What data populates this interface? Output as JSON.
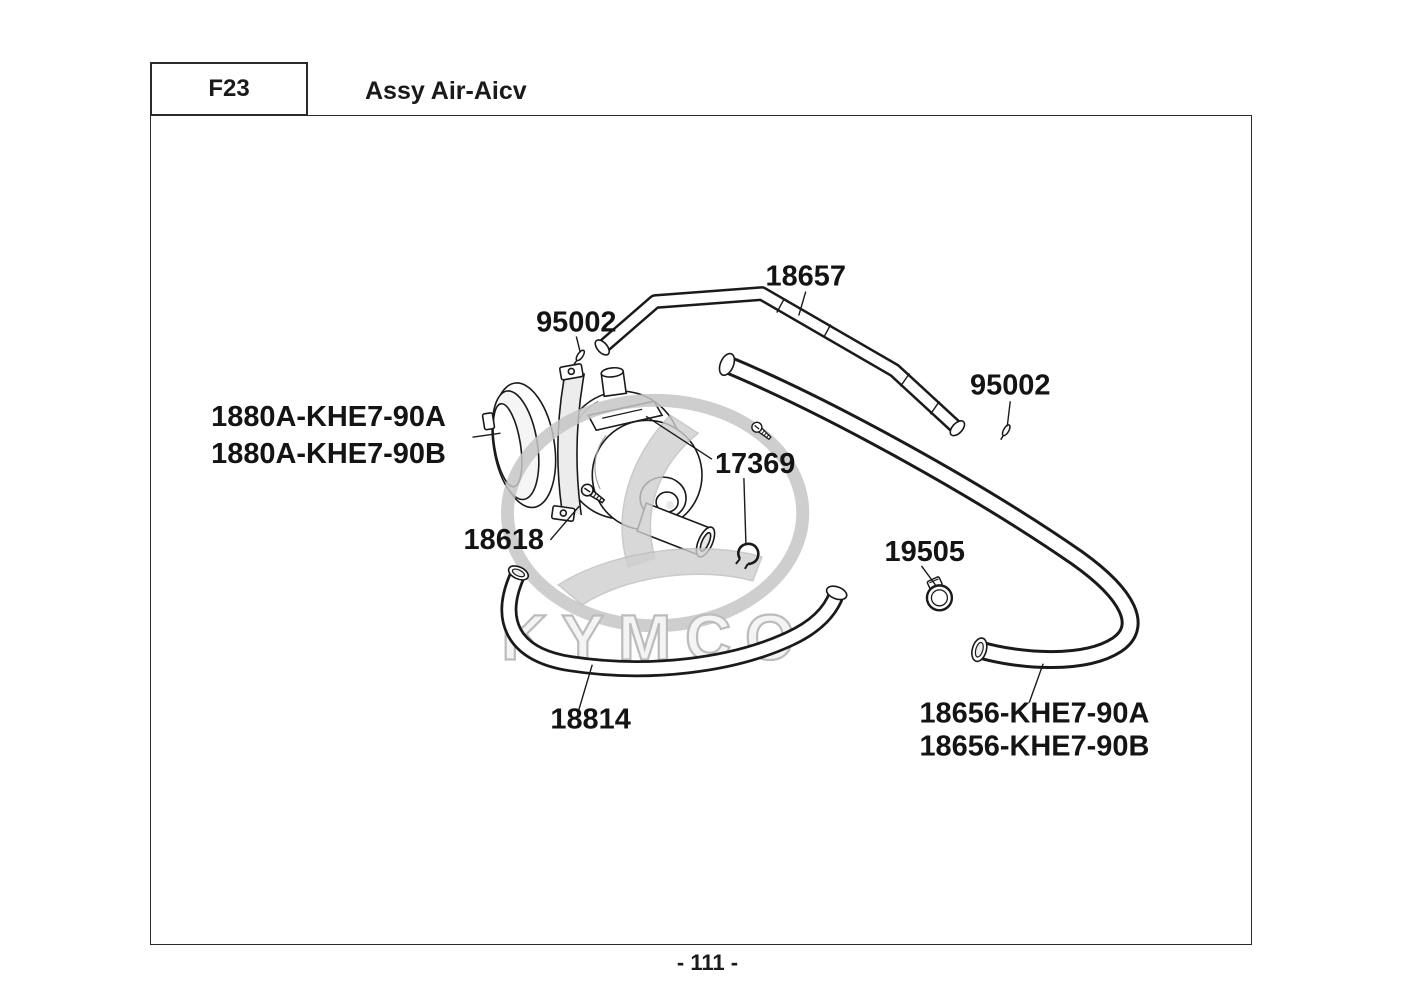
{
  "header": {
    "code": "F23",
    "title": "Assy Air-Aicv"
  },
  "footer": {
    "page_number": "- 111 -"
  },
  "watermark": {
    "brand": "KYMCO"
  },
  "parts": {
    "hose_top": "18657",
    "clip_top": "95002",
    "clip_right": "95002",
    "valve_a": "1880A-KHE7-90A",
    "valve_b": "1880A-KHE7-90B",
    "screw": "17369",
    "screw_left": "18618",
    "clamp": "19505",
    "hose_bottom": "18814",
    "hose_long_a": "18656-KHE7-90A",
    "hose_long_b": "18656-KHE7-90B"
  }
}
